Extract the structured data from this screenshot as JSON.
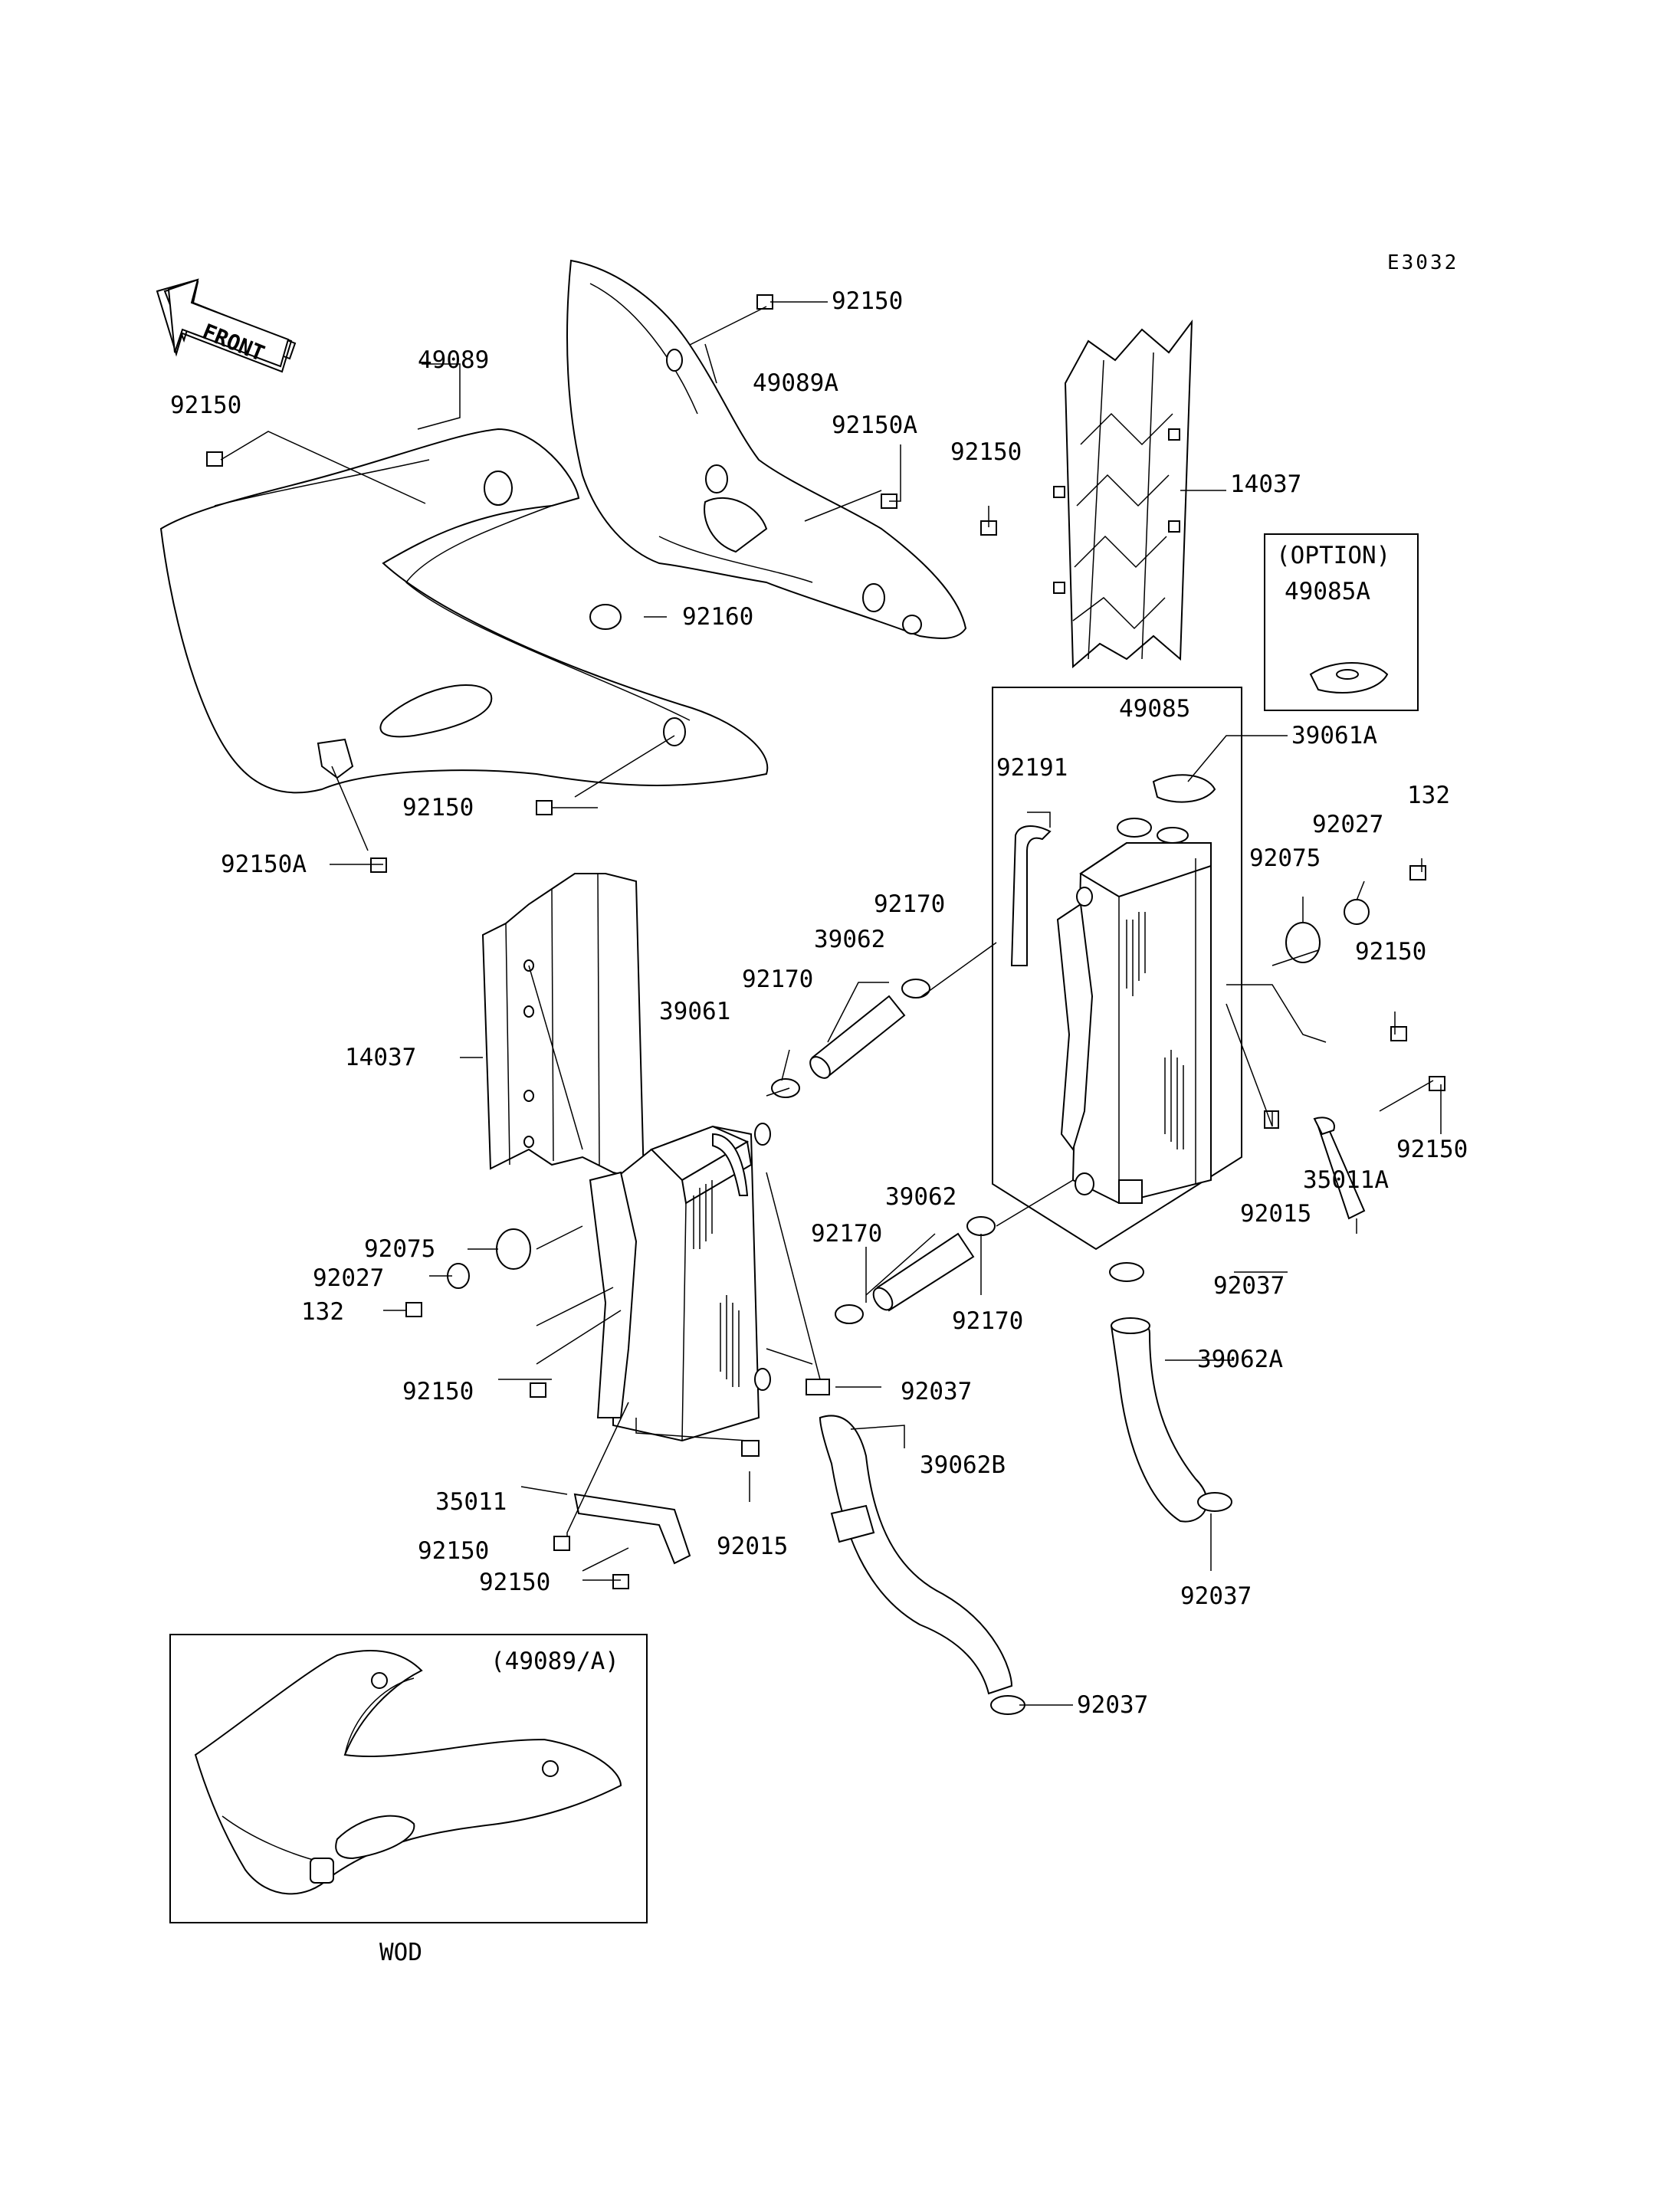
{
  "diagram_code": "E3032",
  "front_label": "FRONT",
  "option_box": {
    "title": "(OPTION)",
    "part": "49085A"
  },
  "inset_box": {
    "title": "(49089/A)",
    "caption": "WOD"
  },
  "callouts": {
    "c49089": "49089",
    "c92150_a": "92150",
    "c92150_b": "92150",
    "c49089A": "49089A",
    "c92150A_a": "92150A",
    "c92150_c": "92150",
    "c14037_a": "14037",
    "c92160": "92160",
    "c92150_d": "92150",
    "c92150A_b": "92150A",
    "c49085": "49085",
    "c39061A": "39061A",
    "c92191": "92191",
    "c132_a": "132",
    "c92027_a": "92027",
    "c92075_a": "92075",
    "c92170_a": "92170",
    "c39062_a": "39062",
    "c92150_e": "92150",
    "c92170_b": "92170",
    "c39061": "39061",
    "c14037_b": "14037",
    "c92150_f": "92150",
    "c35011A": "35011A",
    "c92015_a": "92015",
    "c39062_b": "39062",
    "c92170_c": "92170",
    "c92037_a": "92037",
    "c92075_b": "92075",
    "c92027_b": "92027",
    "c132_b": "132",
    "c92170_d": "92170",
    "c39062A": "39062A",
    "c92150_g": "92150",
    "c92037_b": "92037",
    "c35011": "35011",
    "c39062B": "39062B",
    "c92150_h": "92150",
    "c92015_b": "92015",
    "c92150_i": "92150",
    "c92037_c": "92037",
    "c92037_d": "92037"
  }
}
